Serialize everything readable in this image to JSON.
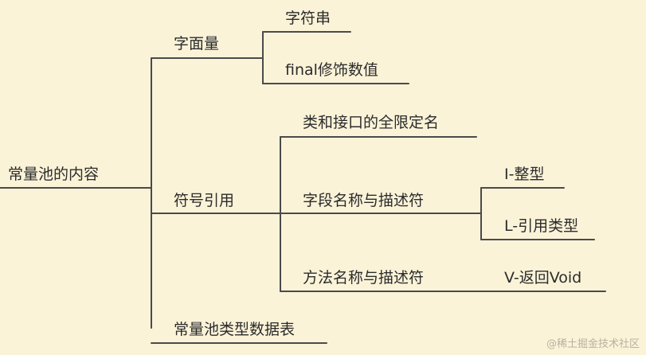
{
  "diagram": {
    "root": "常量池的内容",
    "branches": {
      "literal": {
        "label": "字面量",
        "children": [
          "字符串",
          "final修饰数值"
        ]
      },
      "symbol_ref": {
        "label": "符号引用",
        "children": {
          "class_name": "类和接口的全限定名",
          "field": {
            "label": "字段名称与描述符",
            "children": [
              "I-整型",
              "L-引用类型"
            ]
          },
          "method": {
            "label": "方法名称与描述符",
            "children": [
              "V-返回Void"
            ]
          }
        }
      },
      "table": {
        "label": "常量池类型数据表"
      }
    }
  },
  "watermark": "@稀土掘金技术社区",
  "colors": {
    "background": "#fbf3d8",
    "line": "#4a4a4a",
    "text": "#2b2b2b"
  }
}
